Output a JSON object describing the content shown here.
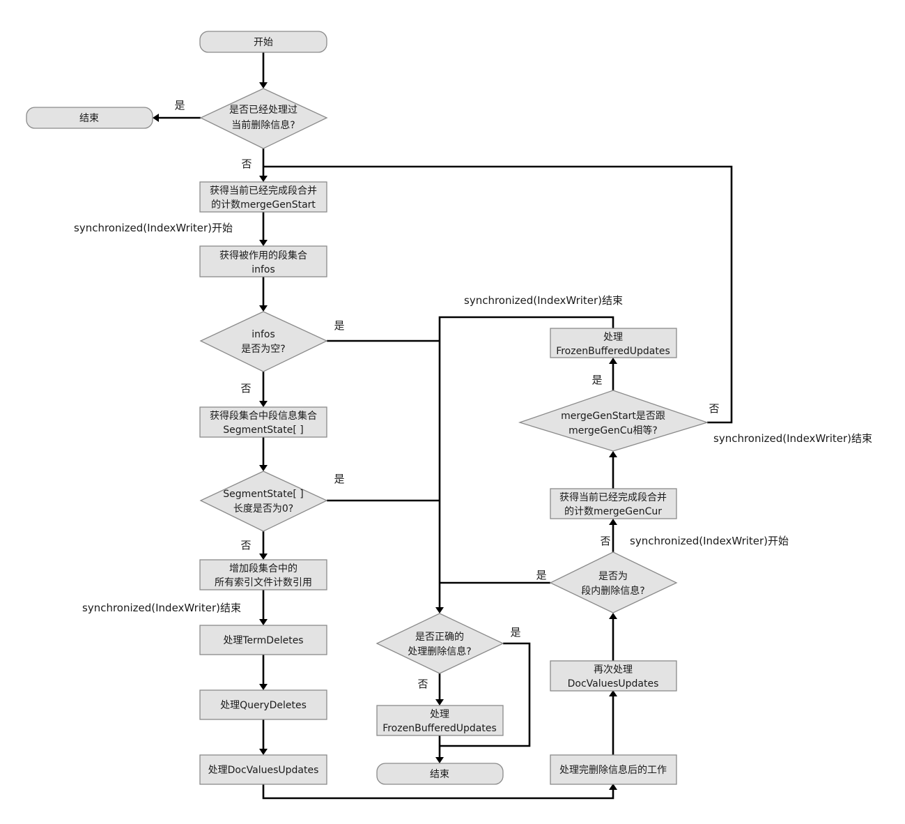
{
  "nodes": {
    "start": "开始",
    "end_top": "结束",
    "q_processed_1": "是否已经处理过",
    "q_processed_2": "当前删除信息?",
    "get_start_1": "获得当前已经完成段合并",
    "get_start_2": "的计数mergeGenStart",
    "get_infos_1": "获得被作用的段集合",
    "get_infos_2": "infos",
    "q_infos_1": "infos",
    "q_infos_2": "是否为空?",
    "get_states_1": "获得段集合中段信息集合",
    "get_states_2": "SegmentState[ ]",
    "q_len_1": "SegmentState[ ]",
    "q_len_2": "长度是否为0?",
    "incref_1": "增加段集合中的",
    "incref_2": "所有索引文件计数引用",
    "term_deletes": "处理TermDeletes",
    "query_deletes": "处理QueryDeletes",
    "docvalues_updates": "处理DocValuesUpdates",
    "q_correct_1": "是否正确的",
    "q_correct_2": "处理删除信息?",
    "frozen_bottom_1": "处理",
    "frozen_bottom_2": "FrozenBufferedUpdates",
    "end_bottom": "结束",
    "after_work": "处理完删除信息后的工作",
    "redo_dv_1": "再次处理",
    "redo_dv_2": "DocValuesUpdates",
    "q_segprivate_1": "是否为",
    "q_segprivate_2": "段内删除信息?",
    "get_cur_1": "获得当前已经完成段合并",
    "get_cur_2": "的计数mergeGenCur",
    "q_equal_1": "mergeGenStart是否跟",
    "q_equal_2": "mergeGenCu相等?",
    "frozen_top_1": "处理",
    "frozen_top_2": "FrozenBufferedUpdates"
  },
  "labels": {
    "yes_processed": "是",
    "no_processed": "否",
    "sync_start_left": "synchronized(IndexWriter)开始",
    "yes_infos": "是",
    "no_infos": "否",
    "yes_len": "是",
    "no_len": "否",
    "sync_end_left": "synchronized(IndexWriter)结束",
    "yes_correct": "是",
    "no_correct": "否",
    "yes_segprivate": "是",
    "no_segprivate": "否",
    "sync_start_right": "synchronized(IndexWriter)开始",
    "yes_equal": "是",
    "no_equal": "否",
    "sync_end_right_top": "synchronized(IndexWriter)结束",
    "sync_end_right": "synchronized(IndexWriter)结束"
  }
}
